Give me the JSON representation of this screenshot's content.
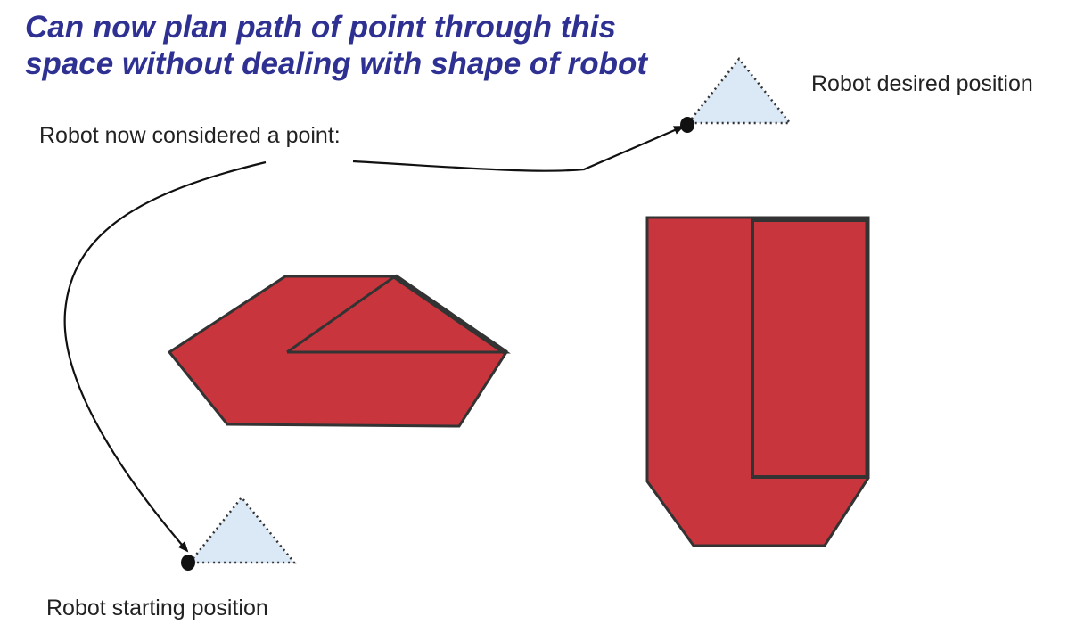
{
  "title": "Can now plan path of point through this\nspace without dealing with shape of robot",
  "labels": {
    "point": "Robot now considered a point:",
    "goal": "Robot desired position",
    "start": "Robot starting position"
  },
  "colors": {
    "title": "#2e3192",
    "obstacle_fill": "#c8353c",
    "obstacle_outline": "#333333",
    "robot_fill": "#dbe8f6",
    "robot_outline": "#333333",
    "text": "#222222",
    "arrow": "#111111"
  }
}
